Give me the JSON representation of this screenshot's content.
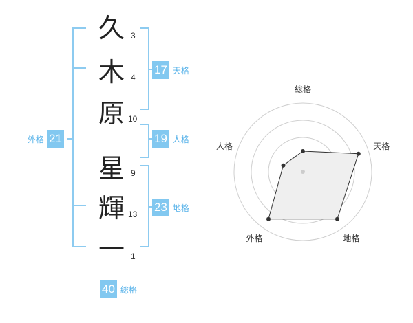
{
  "name_characters": [
    {
      "char": "久",
      "strokes": "3"
    },
    {
      "char": "木",
      "strokes": "4"
    },
    {
      "char": "原",
      "strokes": "10"
    },
    {
      "char": "星",
      "strokes": "9"
    },
    {
      "char": "輝",
      "strokes": "13"
    },
    {
      "char": "一",
      "strokes": "1"
    }
  ],
  "fortune": {
    "tenkaku": {
      "value": "17",
      "label": "天格"
    },
    "jinkaku": {
      "value": "19",
      "label": "人格"
    },
    "chikaku": {
      "value": "23",
      "label": "地格"
    },
    "gaikaku": {
      "value": "21",
      "label": "外格"
    },
    "soukaku": {
      "value": "40",
      "label": "総格"
    }
  },
  "colors": {
    "accent": "#82c8f0",
    "accent_text": "#5bb4ea",
    "bracket": "#8dcbf0"
  },
  "chart_data": {
    "type": "radar",
    "axes": [
      "総格",
      "天格",
      "地格",
      "外格",
      "人格"
    ],
    "values": [
      0.3,
      0.85,
      0.85,
      0.85,
      0.3
    ],
    "range": [
      0,
      1
    ],
    "rings": 4,
    "grid": true
  }
}
